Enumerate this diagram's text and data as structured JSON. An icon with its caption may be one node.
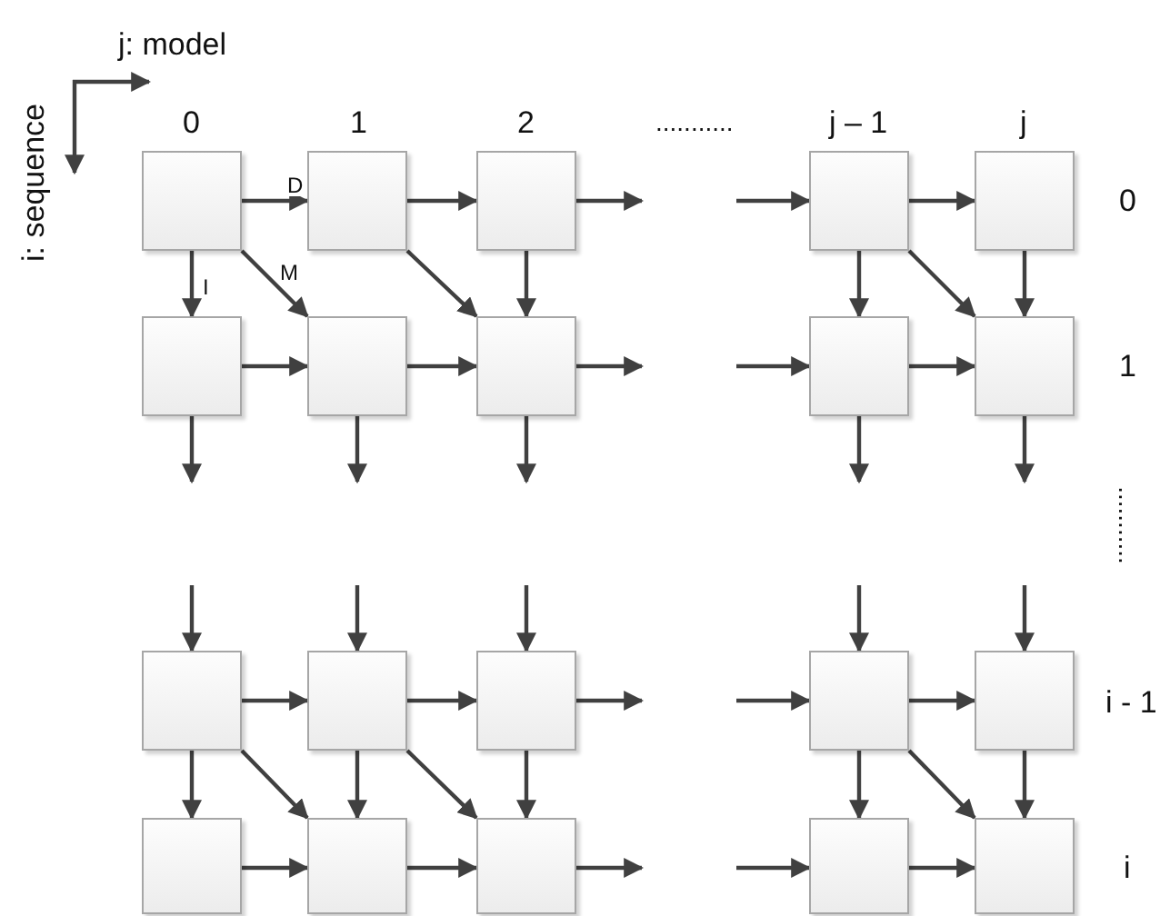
{
  "diagram": {
    "nodes": [
      {
        "text": [],
        "shape": "box"
      },
      {
        "text": [],
        "shape": "box"
      },
      {
        "text": [],
        "shape": "box"
      },
      {
        "text": [],
        "shape": "box"
      },
      {
        "text": [],
        "shape": "box"
      },
      {
        "text": [],
        "shape": "box"
      },
      {
        "text": [],
        "shape": "box"
      },
      {
        "text": [],
        "shape": "box"
      },
      {
        "text": [],
        "shape": "box"
      },
      {
        "text": [],
        "shape": "box"
      },
      {
        "text": [],
        "shape": "box"
      },
      {
        "text": [],
        "shape": "box"
      },
      {
        "text": [],
        "shape": "box"
      },
      {
        "text": [],
        "shape": "box"
      },
      {
        "text": [],
        "shape": "box"
      },
      {
        "text": [],
        "shape": "box"
      },
      {
        "text": [],
        "shape": "box"
      },
      {
        "text": [],
        "shape": "box"
      },
      {
        "text": [],
        "shape": "box"
      },
      {
        "text": [],
        "shape": "box"
      }
    ],
    "edges": [
      {
        "from": 0,
        "to": 1,
        "arrow": "to",
        "label": "D"
      },
      {
        "from": 1,
        "to": 2,
        "arrow": "to"
      },
      {
        "from": 2,
        "to": null,
        "arrow": "to"
      },
      {
        "from": null,
        "to": 3,
        "arrow": "to"
      },
      {
        "from": 3,
        "to": 4,
        "arrow": "to"
      },
      {
        "from": 0,
        "to": 5,
        "arrow": "to",
        "label": "I"
      },
      {
        "from": 0,
        "to": 6,
        "arrow": "to",
        "label": "M"
      },
      {
        "from": 1,
        "to": 7,
        "arrow": "to"
      },
      {
        "from": 2,
        "to": 7,
        "arrow": "to"
      },
      {
        "from": 3,
        "to": 8,
        "arrow": "to"
      },
      {
        "from": 3,
        "to": 9,
        "arrow": "to"
      },
      {
        "from": 4,
        "to": 9,
        "arrow": "to"
      },
      {
        "from": 5,
        "to": 6,
        "arrow": "to"
      },
      {
        "from": 6,
        "to": 7,
        "arrow": "to"
      },
      {
        "from": 7,
        "to": null,
        "arrow": "to"
      },
      {
        "from": null,
        "to": 8,
        "arrow": "to"
      },
      {
        "from": 8,
        "to": 9,
        "arrow": "to"
      },
      {
        "from": 5,
        "to": null,
        "arrow": "to"
      },
      {
        "from": 6,
        "to": null,
        "arrow": "to"
      },
      {
        "from": 7,
        "to": null,
        "arrow": "to"
      },
      {
        "from": 8,
        "to": null,
        "arrow": "to"
      },
      {
        "from": 9,
        "to": null,
        "arrow": "to"
      },
      {
        "from": null,
        "to": 10,
        "arrow": "to"
      },
      {
        "from": null,
        "to": 11,
        "arrow": "to"
      },
      {
        "from": null,
        "to": 12,
        "arrow": "to"
      },
      {
        "from": null,
        "to": 13,
        "arrow": "to"
      },
      {
        "from": null,
        "to": 14,
        "arrow": "to"
      },
      {
        "from": 10,
        "to": 11,
        "arrow": "to"
      },
      {
        "from": 11,
        "to": 12,
        "arrow": "to"
      },
      {
        "from": 12,
        "to": null,
        "arrow": "to"
      },
      {
        "from": null,
        "to": 13,
        "arrow": "to"
      },
      {
        "from": 13,
        "to": 14,
        "arrow": "to"
      },
      {
        "from": 10,
        "to": 15,
        "arrow": "to"
      },
      {
        "from": 10,
        "to": 16,
        "arrow": "to"
      },
      {
        "from": 11,
        "to": 16,
        "arrow": "to"
      },
      {
        "from": 11,
        "to": 17,
        "arrow": "to"
      },
      {
        "from": 12,
        "to": 17,
        "arrow": "to"
      },
      {
        "from": 13,
        "to": 18,
        "arrow": "to"
      },
      {
        "from": 13,
        "to": 19,
        "arrow": "to"
      },
      {
        "from": 14,
        "to": 19,
        "arrow": "to"
      },
      {
        "from": 15,
        "to": 16,
        "arrow": "to"
      },
      {
        "from": 16,
        "to": 17,
        "arrow": "to"
      },
      {
        "from": 17,
        "to": null,
        "arrow": "to"
      },
      {
        "from": null,
        "to": 18,
        "arrow": "to"
      },
      {
        "from": 18,
        "to": 19,
        "arrow": "to"
      }
    ],
    "labels": [
      "j: model",
      "i: sequence",
      "0",
      "1",
      "2",
      "...........",
      "j – 1",
      "j",
      "0",
      "1",
      "...........",
      "i - 1",
      "i"
    ]
  }
}
